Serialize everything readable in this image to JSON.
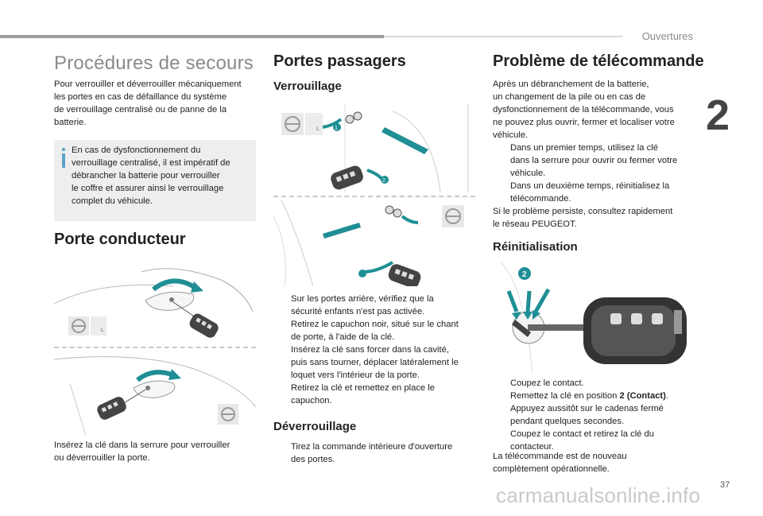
{
  "header": {
    "section": "Ouvertures",
    "chapter": "2"
  },
  "footer": {
    "page_number": "37",
    "watermark": "carmanualsonline.info"
  },
  "col1": {
    "title": "Procédures de secours",
    "intro": [
      "Pour verrouiller et déverrouiller mécaniquement",
      "les portes en cas de défaillance du système",
      "de verrouillage centralisé ou de panne de la",
      "batterie."
    ],
    "info": [
      "En cas de dysfonctionnement du",
      "verrouillage centralisé, il est impératif de",
      "débrancher la batterie pour verrouiller",
      "le coffre et assurer ainsi le verrouillage",
      "complet du véhicule."
    ],
    "driver_title": "Porte conducteur",
    "driver_text": [
      "Insérez la clé dans la serrure pour verrouiller",
      "ou déverrouiller la porte."
    ]
  },
  "col2": {
    "title": "Portes passagers",
    "lock_title": "Verrouillage",
    "callouts": {
      "one": "1",
      "two": "2"
    },
    "bullet": "",
    "steps": [
      [
        "Sur les portes arrière, vérifiez que la",
        "sécurité enfants n'est pas activée."
      ],
      [
        "Retirez le capuchon noir, situé sur le chant",
        "de porte, à l'aide de la clé."
      ],
      [
        "Insérez la clé sans forcer dans la cavité,",
        "puis sans tourner, déplacer latéralement le",
        "loquet vers l'intérieur de la porte."
      ],
      [
        "Retirez la clé et remettez en place le",
        "capuchon."
      ]
    ],
    "unlock_title": "Déverrouillage",
    "unlock_steps": [
      [
        "Tirez la commande intérieure d'ouverture",
        "des portes."
      ]
    ]
  },
  "col3": {
    "title": "Problème de télécommande",
    "intro": [
      "Après un débranchement de la batterie,",
      "un changement de la pile ou en cas de",
      "dysfonctionnement de la télécommande, vous",
      "ne pouvez plus ouvrir, fermer et localiser votre",
      "véhicule."
    ],
    "steps": [
      [
        "Dans un premier temps, utilisez la clé",
        "dans la serrure pour ouvrir ou fermer votre",
        "véhicule."
      ],
      [
        "Dans un deuxième temps, réinitialisez la",
        "télécommande."
      ]
    ],
    "outro": [
      "Si le problème persiste, consultez rapidement",
      "le réseau PEUGEOT."
    ],
    "reset_title": "Réinitialisation",
    "reset_callout": "2",
    "reset_steps": [
      {
        "lines": [
          "Coupez le contact."
        ]
      },
      {
        "lines": [
          "Remettez la clé en position "
        ],
        "bold": "2 (Contact)",
        "after": "."
      },
      {
        "lines": [
          "Appuyez aussitôt sur le cadenas fermé",
          "pendant quelques secondes."
        ]
      },
      {
        "lines": [
          "Coupez le contact et retirez la clé du",
          "contacteur."
        ]
      }
    ],
    "reset_outro": [
      "La télécommande est de nouveau",
      "complètement opérationnelle."
    ]
  },
  "colors": {
    "teal": "#1f8f95",
    "info_blue": "#5ba3c9",
    "grey_bar": "#9c9c9c",
    "box_bg": "#eeeeee"
  },
  "icons": [
    "steering-wheel-icon",
    "info-icon",
    "key-fob-icon",
    "arrow-icon"
  ]
}
